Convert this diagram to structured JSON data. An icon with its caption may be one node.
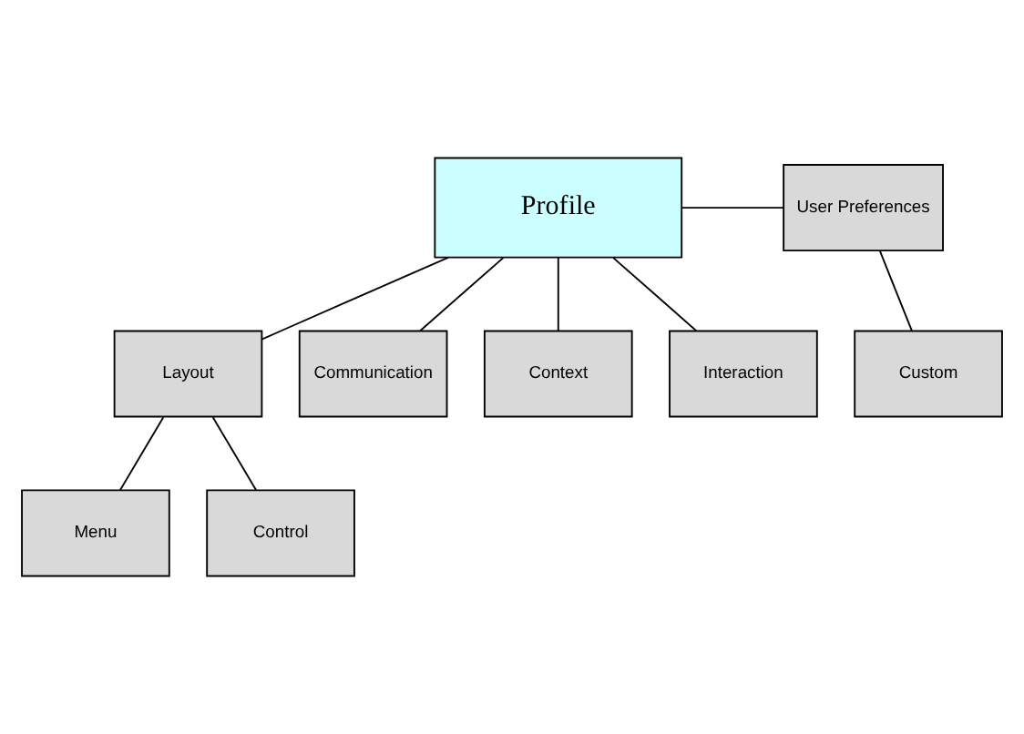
{
  "diagram": {
    "nodes": [
      {
        "text": [
          "Profile"
        ]
      },
      {
        "text": [
          "User Preferences"
        ]
      },
      {
        "text": [
          "Custom"
        ]
      },
      {
        "text": [
          "Layout"
        ]
      },
      {
        "text": [
          "Communication"
        ]
      },
      {
        "text": [
          "Context"
        ]
      },
      {
        "text": [
          "Interaction"
        ]
      },
      {
        "text": [
          "Menu"
        ]
      },
      {
        "text": [
          "Control"
        ]
      }
    ],
    "edges": [
      {
        "from": 0,
        "to": 1,
        "arrow": "none"
      },
      {
        "from": 1,
        "to": 2,
        "arrow": "none"
      },
      {
        "from": 0,
        "to": 3,
        "arrow": "none"
      },
      {
        "from": 0,
        "to": 4,
        "arrow": "none"
      },
      {
        "from": 0,
        "to": 5,
        "arrow": "none"
      },
      {
        "from": 0,
        "to": 6,
        "arrow": "none"
      },
      {
        "from": 3,
        "to": 7,
        "arrow": "none"
      },
      {
        "from": 3,
        "to": 8,
        "arrow": "none"
      }
    ]
  }
}
